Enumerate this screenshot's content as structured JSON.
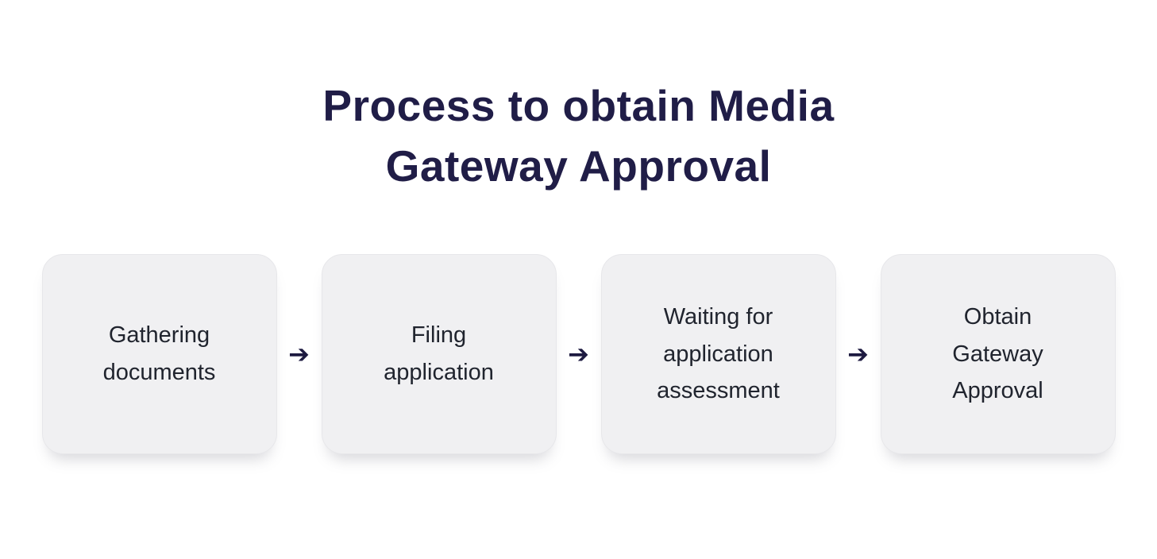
{
  "title": {
    "line1": "Process to obtain Media",
    "line2": "Gateway Approval"
  },
  "flow": {
    "arrow_glyph": "➔",
    "steps": [
      {
        "label": "Gathering\ndocuments"
      },
      {
        "label": "Filing\napplication"
      },
      {
        "label": "Waiting for\napplication\nassessment"
      },
      {
        "label": "Obtain\nGateway\nApproval"
      }
    ]
  },
  "colors": {
    "title_text": "#201d47",
    "box_background": "#f0f0f2",
    "box_text": "#20242e",
    "arrow": "#1d1a40",
    "page_background": "#ffffff"
  }
}
